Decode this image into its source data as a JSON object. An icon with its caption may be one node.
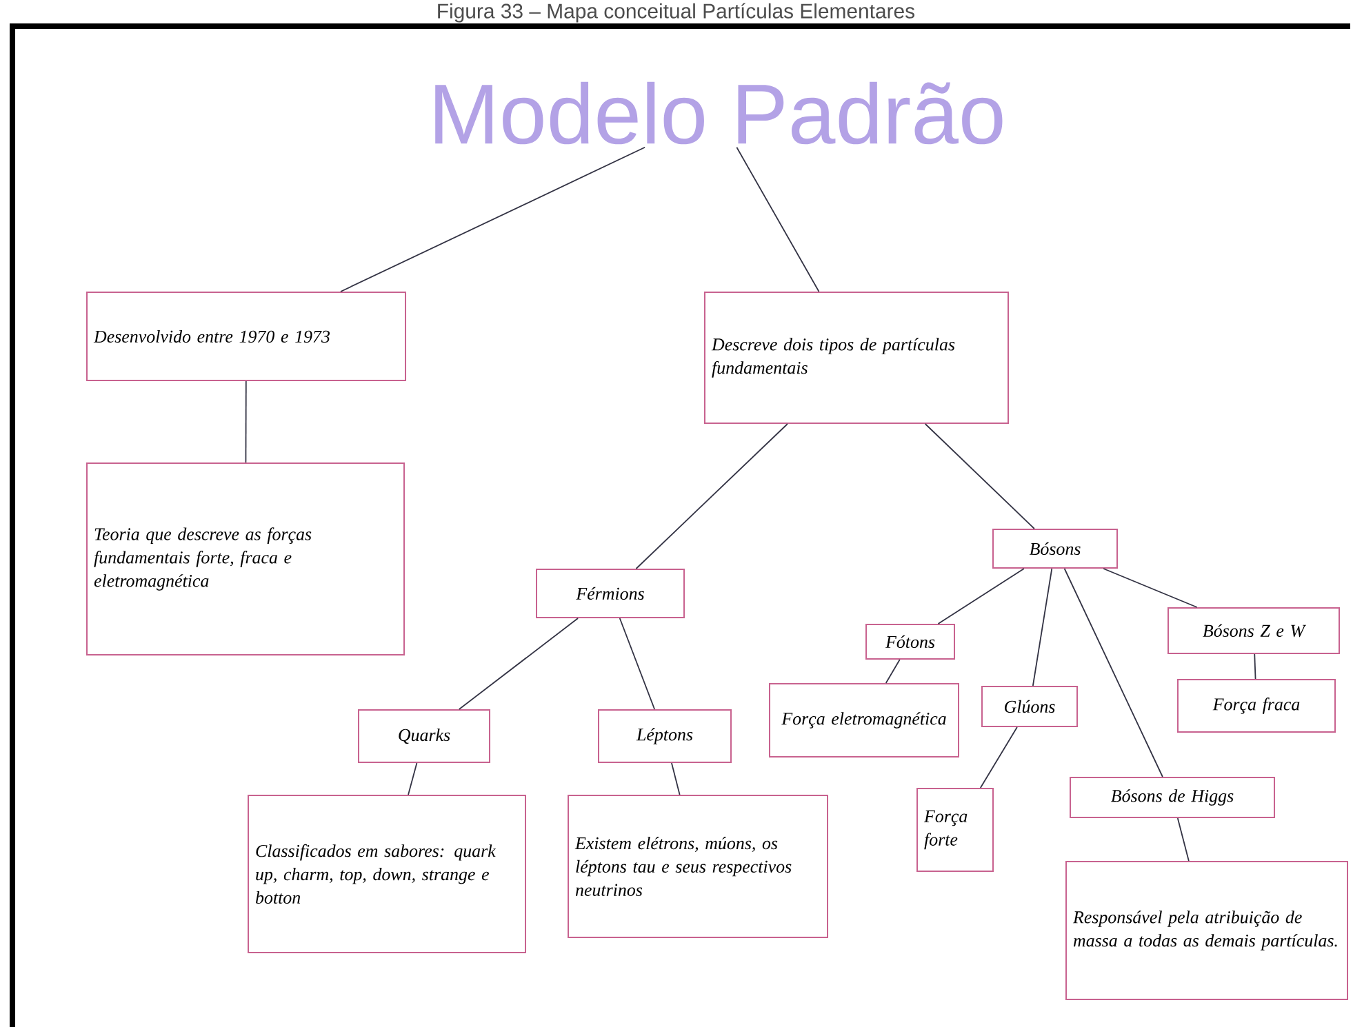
{
  "diagram": {
    "caption": "Figura 33 – Mapa conceitual Partículas Elementares",
    "nodes": [
      {
        "text": [
          "Modelo Padrão"
        ]
      },
      {
        "text": [
          "Desenvolvido entre 1970 e 1973"
        ]
      },
      {
        "text": [
          "Teoria que descreve as forças fundamentais forte, fraca e eletromagnética"
        ]
      },
      {
        "text": [
          "Descreve dois tipos de partículas fundamentais"
        ]
      },
      {
        "text": [
          "Férmions"
        ]
      },
      {
        "text": [
          "Bósons"
        ]
      },
      {
        "text": [
          "Quarks"
        ]
      },
      {
        "text": [
          "Léptons"
        ]
      },
      {
        "text": [
          "Classificados em sabores: quark up, charm, top, down, strange e botton"
        ]
      },
      {
        "text": [
          "Existem elétrons, múons, os léptons tau e seus respectivos neutrinos"
        ]
      },
      {
        "text": [
          "Fótons"
        ]
      },
      {
        "text": [
          "Força eletromagnética"
        ]
      },
      {
        "text": [
          "Glúons"
        ]
      },
      {
        "text": [
          "Força forte"
        ]
      },
      {
        "text": [
          "Bósons de Higgs"
        ]
      },
      {
        "text": [
          "Responsável pela atribuição de massa a todas as demais partículas."
        ]
      },
      {
        "text": [
          "Bósons Z e W"
        ]
      },
      {
        "text": [
          "Força fraca"
        ]
      }
    ],
    "edges": [
      {
        "from": 0,
        "to": 1,
        "arrow": "none"
      },
      {
        "from": 0,
        "to": 3,
        "arrow": "none"
      },
      {
        "from": 1,
        "to": 2,
        "arrow": "none"
      },
      {
        "from": 3,
        "to": 4,
        "arrow": "none"
      },
      {
        "from": 3,
        "to": 5,
        "arrow": "none"
      },
      {
        "from": 4,
        "to": 6,
        "arrow": "none"
      },
      {
        "from": 4,
        "to": 7,
        "arrow": "none"
      },
      {
        "from": 6,
        "to": 8,
        "arrow": "none"
      },
      {
        "from": 7,
        "to": 9,
        "arrow": "none"
      },
      {
        "from": 5,
        "to": 10,
        "arrow": "none"
      },
      {
        "from": 5,
        "to": 12,
        "arrow": "none"
      },
      {
        "from": 5,
        "to": 14,
        "arrow": "none"
      },
      {
        "from": 5,
        "to": 16,
        "arrow": "none"
      },
      {
        "from": 10,
        "to": 11,
        "arrow": "none"
      },
      {
        "from": 12,
        "to": 13,
        "arrow": "none"
      },
      {
        "from": 14,
        "to": 15,
        "arrow": "none"
      },
      {
        "from": 16,
        "to": 17,
        "arrow": "none"
      }
    ]
  }
}
